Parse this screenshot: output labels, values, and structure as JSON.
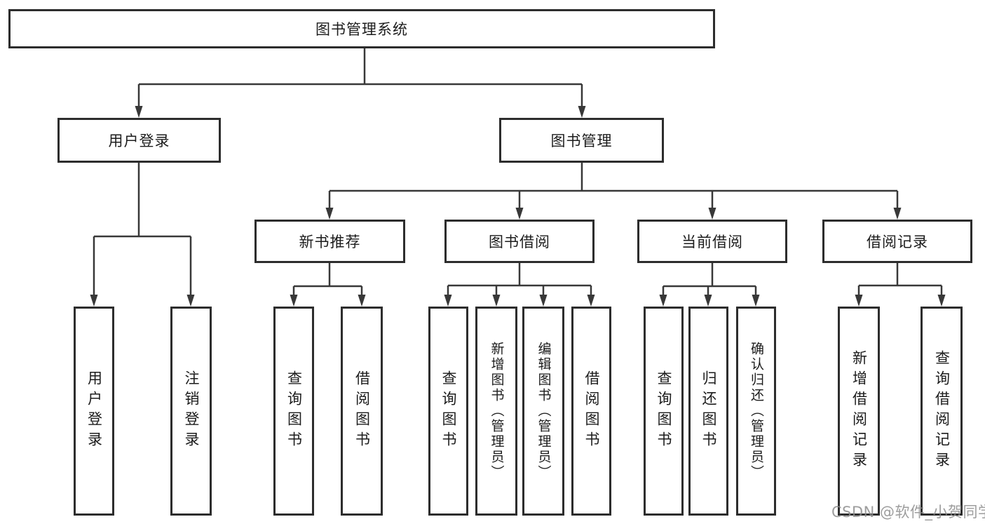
{
  "diagram": {
    "root": "图书管理系统",
    "branches": [
      {
        "label": "用户登录",
        "children": [
          "用户登录",
          "注销登录"
        ]
      },
      {
        "label": "图书管理",
        "groups": [
          {
            "label": "新书推荐",
            "children": [
              "查询图书",
              "借阅图书"
            ]
          },
          {
            "label": "图书借阅",
            "children": [
              "查询图书",
              "新增图书（管理员）",
              "编辑图书（管理员）",
              "借阅图书"
            ]
          },
          {
            "label": "当前借阅",
            "children": [
              "查询图书",
              "归还图书",
              "确认归还（管理员）"
            ]
          },
          {
            "label": "借阅记录",
            "children": [
              "新增借阅记录",
              "查询借阅记录"
            ]
          }
        ]
      }
    ]
  },
  "watermark": "CSDN @软件_小贺同学",
  "colors": {
    "line": "#383838",
    "box_border": "#2d2d2d",
    "text": "#1c1c1c",
    "watermark": "#8c8c8c",
    "background": "#ffffff"
  }
}
